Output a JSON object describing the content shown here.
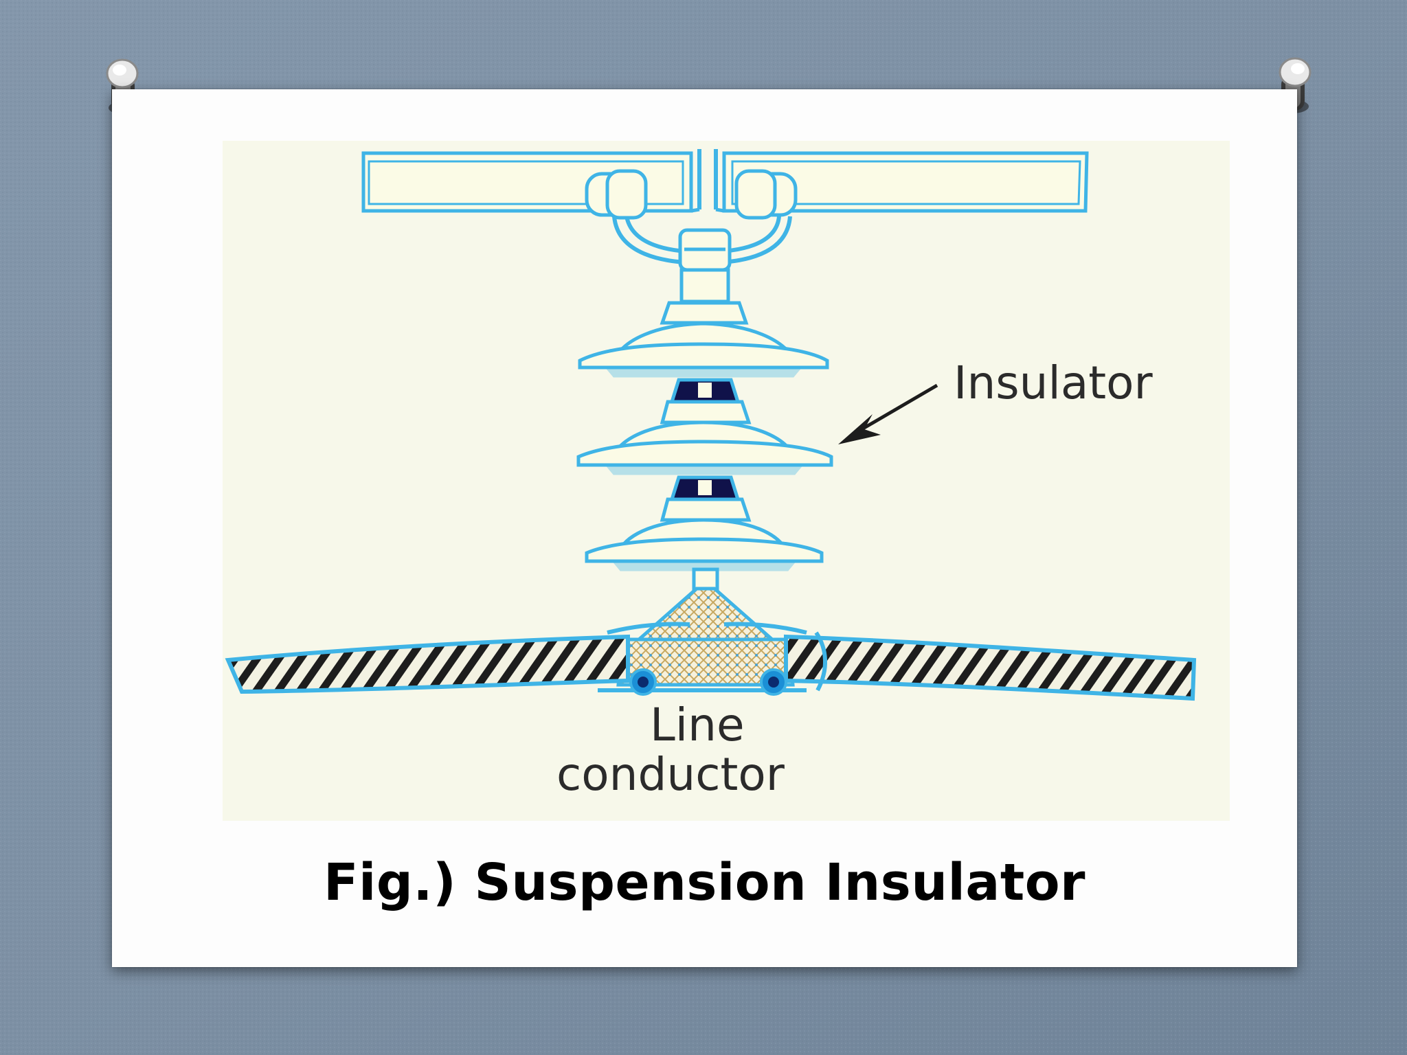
{
  "slide": {
    "background_color": "#7f93a8",
    "card_color": "#fdfdfd",
    "pin_icon": "pushpin-icon"
  },
  "figure": {
    "background_color": "#f7f8ea",
    "line_color": "#3fb4e6",
    "labels": {
      "insulator": "Insulator",
      "line": "Line",
      "conductor": "conductor"
    }
  },
  "caption": "Fig.) Suspension Insulator"
}
